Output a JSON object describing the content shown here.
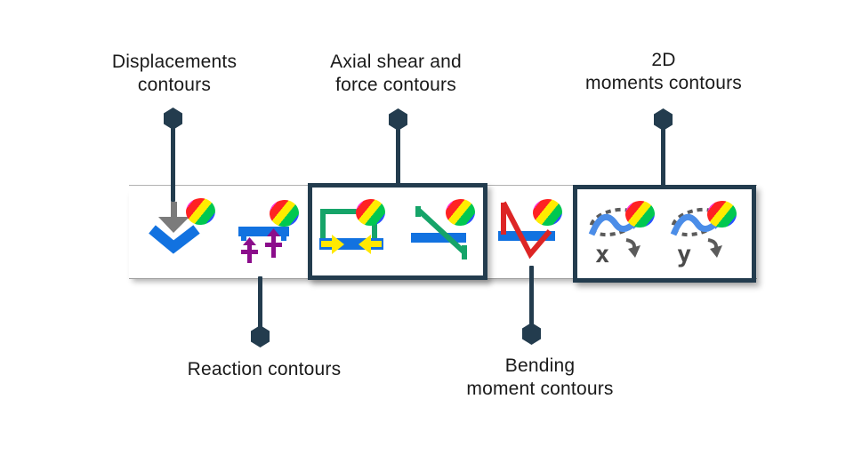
{
  "figure": {
    "description": "Annotated results toolbar with contour plot buttons",
    "background": "#ffffff",
    "annotation_color": "#233c4e",
    "text_color": "#1a1a1a"
  },
  "labels": {
    "displacements": {
      "line1": "Displacements",
      "line2": "contours"
    },
    "axial": {
      "line1": "Axial shear and",
      "line2": "force contours"
    },
    "moments2d": {
      "line1": "2D",
      "line2": "moments contours"
    },
    "reaction": {
      "line1": "Reaction contours"
    },
    "bending": {
      "line1": "Bending",
      "line2": "moment contours"
    }
  },
  "toolbar": {
    "icons": {
      "displacement": "down-arrow-with-blue-chevron",
      "reaction": "support-bar-with-purple-up-arrows",
      "axial": "axial-force-diagram-with-yellow-arrows",
      "shear": "shear-force-diagonal-diagram",
      "bending": "bending-moment-v-diagram",
      "moment_x": "rotation-moment-arrow-x",
      "moment_y": "rotation-moment-arrow-y",
      "rainbow": "contour-color-disc"
    },
    "subscripts": {
      "moment_x": "x",
      "moment_y": "y"
    }
  },
  "colors": {
    "icon_blue": "#1272e0",
    "icon_green": "#16a469",
    "icon_red": "#dd2525",
    "icon_purple": "#8b0d8b",
    "icon_yellow": "#ffe800",
    "icon_gray": "#7b7b7b",
    "moment_blue": "#4b8de8",
    "moment_gray": "#5b5b5b",
    "rainbow_stripes": [
      "#ff2fd2",
      "#ff2222",
      "#ffec00",
      "#00c850",
      "#2952ff"
    ]
  }
}
